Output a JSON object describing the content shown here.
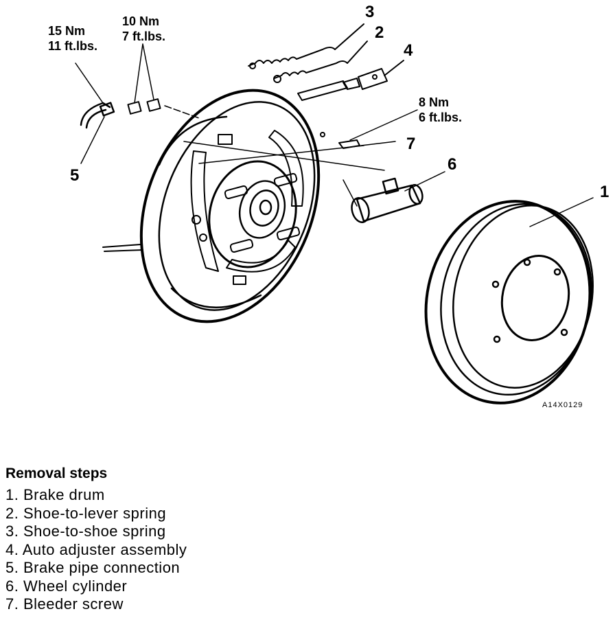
{
  "torque_labels": {
    "brake_pipe": [
      "15 Nm",
      "11 ft.lbs."
    ],
    "wheel_cylinder_bolts": [
      "10 Nm",
      "7 ft.lbs."
    ],
    "bleeder_screw": [
      "8 Nm",
      "6 ft.lbs."
    ]
  },
  "callouts": [
    "1",
    "2",
    "3",
    "4",
    "5",
    "6",
    "7"
  ],
  "figure_code": "A14X0129",
  "removal": {
    "heading": "Removal steps",
    "steps": [
      "1. Brake drum",
      "2. Shoe-to-lever spring",
      "3. Shoe-to-shoe spring",
      "4. Auto adjuster assembly",
      "5. Brake pipe connection",
      "6. Wheel cylinder",
      "7. Bleeder screw"
    ]
  }
}
